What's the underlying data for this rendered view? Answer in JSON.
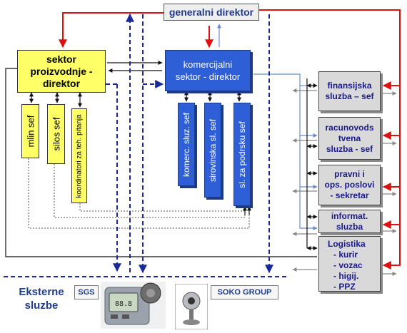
{
  "top": {
    "general_director": "generalni direktor"
  },
  "production": {
    "title_line1": "sektor",
    "title_line2": "proizvodnje -",
    "title_line3": "direktor",
    "subunits": [
      "mlin sef",
      "silos sef",
      "koordinatori za teh. pitanja"
    ]
  },
  "commercial": {
    "title_line1": "komercijalni",
    "title_line2": "sektor - direktor",
    "subunits": [
      "komerc. sluz. sef",
      "sirovinska sl. sef",
      "sl. za podrsku sef"
    ]
  },
  "services": {
    "finance": [
      "finansijska",
      "sluzba – sef"
    ],
    "accounting": [
      "racunovods",
      "tvena",
      "sluzba - sef"
    ],
    "legal": [
      "pravni i",
      "ops. poslovi",
      "- sekretar"
    ],
    "it": [
      "informat.",
      "sluzba"
    ],
    "logistics": {
      "title": "Logistika",
      "items": [
        "- kurir",
        "- vozac",
        "- higij.",
        "- PPZ"
      ]
    }
  },
  "external": {
    "title_line1": "Eksterne",
    "title_line2": "sluzbe",
    "sgs": "SGS",
    "soko": "SOKO GROUP",
    "sgs_image": "multimeter-image",
    "soko_image": "webcam-image"
  },
  "colors": {
    "red_arrow": "#e01010",
    "navy_dashed": "#1a2a9a",
    "black_arrow": "#111111",
    "blue_arrow": "#6a8ad0",
    "gray_arrow": "#888888",
    "yellow_box": "#ffff66",
    "blue_box": "#2e5fd6",
    "gray_box": "#d9d9d9"
  }
}
